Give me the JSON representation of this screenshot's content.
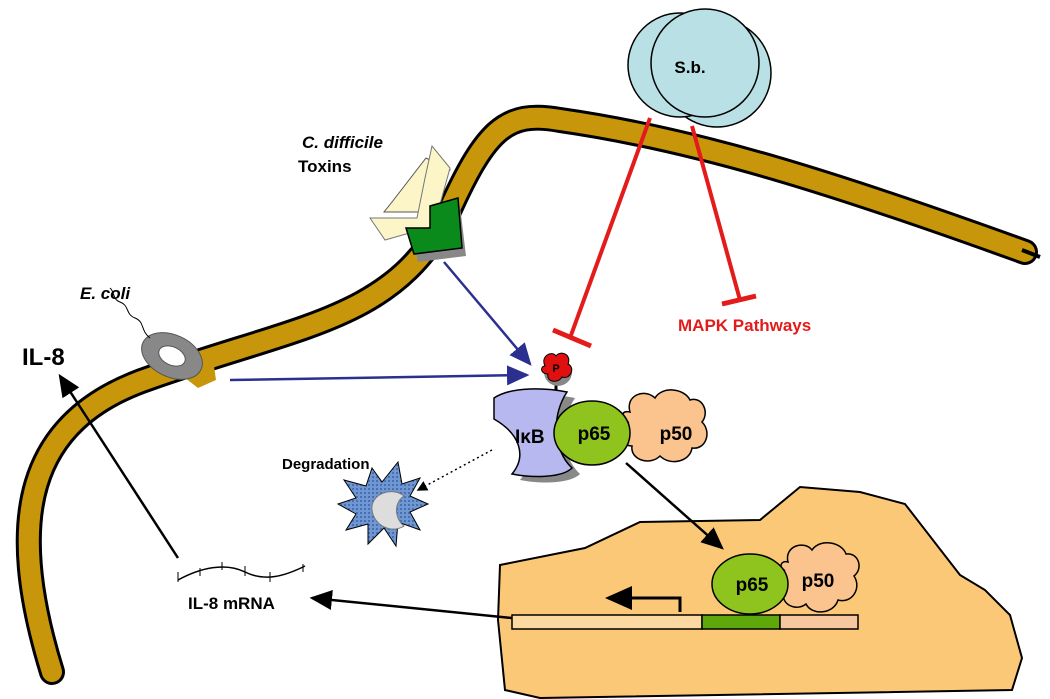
{
  "labels": {
    "sb": "S.b.",
    "c_difficile": "C. difficile",
    "toxins": "Toxins",
    "e_coli": "E. coli",
    "il8": "IL-8",
    "mapk": "MAPK Pathways",
    "phospho": "P",
    "ikb": "IκB",
    "p65": "p65",
    "p50": "p50",
    "degradation": "Degradation",
    "il8_mrna": "IL-8 mRNA",
    "nuclear_p65": "p65",
    "nuclear_p50": "p50"
  },
  "colors": {
    "membrane": "#c8960a",
    "sb_cell": "#b9e0e4",
    "inhibition": "#e31b1b",
    "activation": "#2b2f8f",
    "toxin_light": "#fbf5c7",
    "toxin_green": "#0a8a1a",
    "ikb": "#b8b8f0",
    "p65": "#8fc41e",
    "p50": "#fbc48e",
    "nucleus": "#fbc877",
    "phospho": "#e01010",
    "degradation": "#6f97d4"
  }
}
